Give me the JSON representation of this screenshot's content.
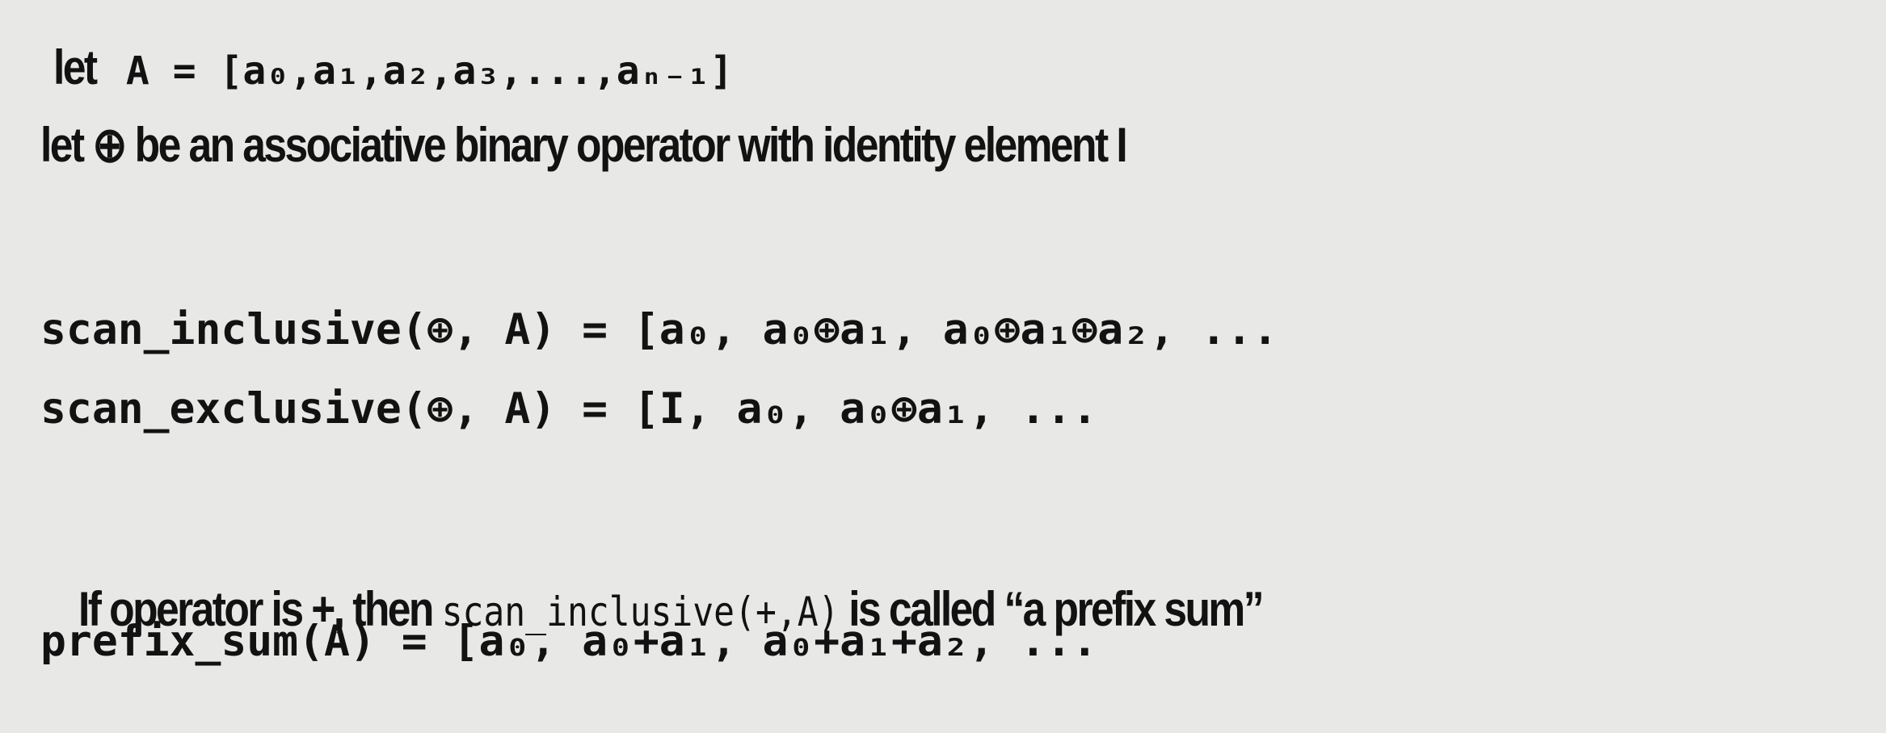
{
  "line1": {
    "prefix": "let",
    "code": " A = [a₀,a₁,a₂,a₃,...,aₙ₋₁]"
  },
  "line2": {
    "text": "let ⊕ be an associative binary operator with identity element I"
  },
  "line3": {
    "code": "scan_inclusive(⊕, A) = [a₀, a₀⊕a₁, a₀⊕a₁⊕a₂, ..."
  },
  "line4": {
    "code": "scan_exclusive(⊕, A) = [I, a₀, a₀⊕a₁, ..."
  },
  "line5": {
    "before": "If operator is +, then ",
    "code": "scan_inclusive(+,A)",
    "after": " is called “a prefix sum”"
  },
  "line6": {
    "code": "prefix_sum(A) = [a₀, a₀+a₁, a₀+a₁+a₂, ..."
  }
}
